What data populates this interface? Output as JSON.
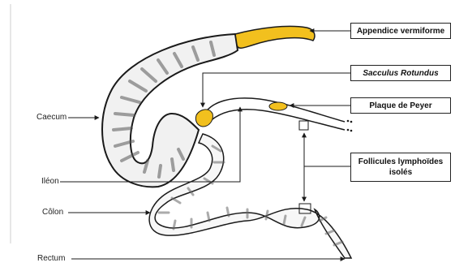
{
  "labels": {
    "caecum": "Caecum",
    "ileon": "Iléon",
    "colon": "Côlon",
    "rectum": "Rectum"
  },
  "boxes": {
    "appendice": "Appendice vermiforme",
    "sacculus": "Sacculus Rotundus",
    "plaque": "Plaque de Peyer",
    "follicules_line1": "Follicules lymphoïdes",
    "follicules_line2": "isolés"
  },
  "colors": {
    "lymphoid": "#f2c01e",
    "outline": "#1a1a1a"
  }
}
